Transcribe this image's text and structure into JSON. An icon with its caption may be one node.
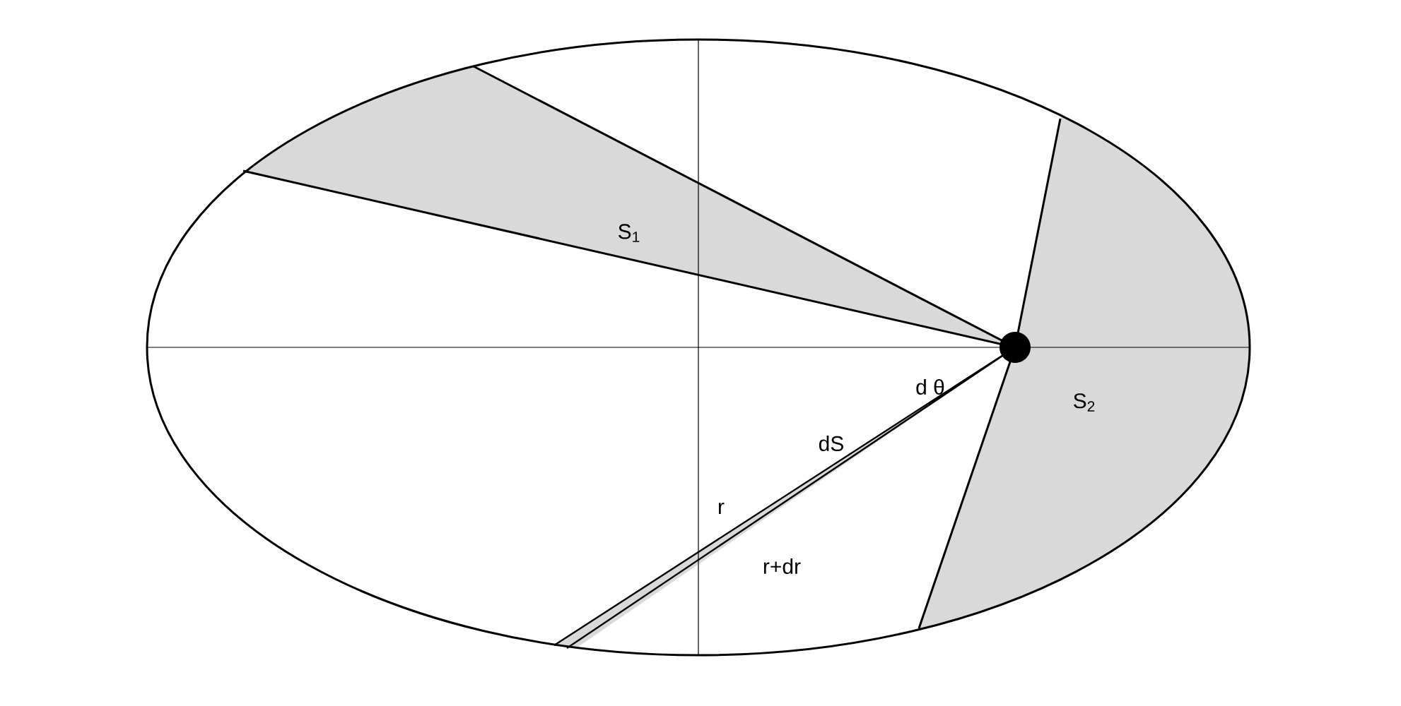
{
  "diagram": {
    "labels": [
      "S$_{1}$",
      "d θ",
      "S$_{2}$",
      "dS",
      "r",
      "r+dr"
    ]
  }
}
